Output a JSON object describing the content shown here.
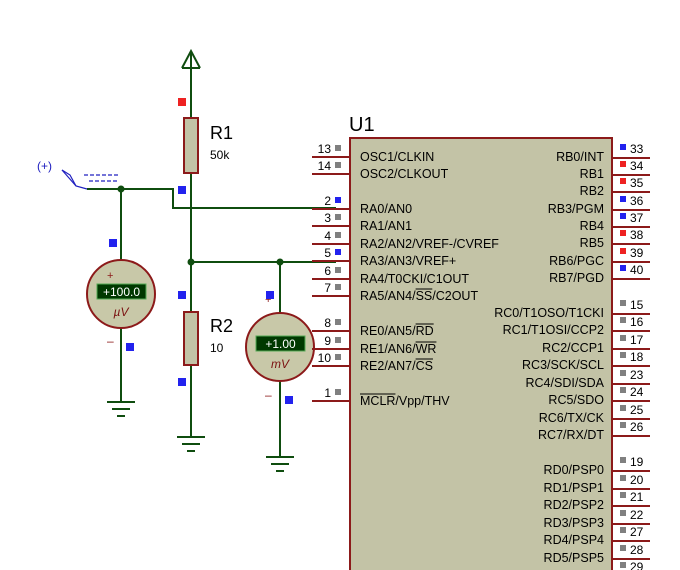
{
  "colors": {
    "wire": "#0f4d0f",
    "chip_fill": "#c3c3a6",
    "chip_border": "#8c1a1a",
    "pin_line": "#8c1a1a",
    "label": "#000000",
    "meter_fill": "#c8c8a8",
    "display_bg": "#003800",
    "display_text": "#ffffff",
    "unit_text": "#7a1010",
    "blue_marker": "#2222ee",
    "red_marker": "#ee2222",
    "gray_marker": "#808080",
    "probe": "#2020c0"
  },
  "icons": {
    "power_terminal": "power-arrow-icon",
    "ground": "ground-icon",
    "probe": "voltage-probe-icon"
  },
  "probe": {
    "label": "(+)"
  },
  "resistors": [
    {
      "ref": "R1",
      "value": "50k"
    },
    {
      "ref": "R2",
      "value": "10"
    }
  ],
  "meters": [
    {
      "reading": "+100.0",
      "unit": "µV"
    },
    {
      "reading": "+1.00",
      "unit": "mV"
    }
  ],
  "chip": {
    "ref": "U1",
    "left_pins": [
      {
        "num": "13",
        "name": "OSC1/CLKIN",
        "marker": "gray"
      },
      {
        "num": "14",
        "name": "OSC2/CLKOUT",
        "marker": "gray"
      },
      {
        "num": "2",
        "name": "RA0/AN0",
        "marker": "blue"
      },
      {
        "num": "3",
        "name": "RA1/AN1",
        "marker": "gray"
      },
      {
        "num": "4",
        "name": "RA2/AN2/VREF-/CVREF",
        "marker": "gray"
      },
      {
        "num": "5",
        "name": "RA3/AN3/VREF+",
        "marker": "blue"
      },
      {
        "num": "6",
        "name": "RA4/T0CKI/C1OUT",
        "marker": "gray"
      },
      {
        "num": "7",
        "name": "RA5/AN4/SS/C2OUT",
        "marker": "gray"
      },
      {
        "num": "8",
        "name": "RE0/AN5/RD",
        "marker": "gray"
      },
      {
        "num": "9",
        "name": "RE1/AN6/WR",
        "marker": "gray"
      },
      {
        "num": "10",
        "name": "RE2/AN7/CS",
        "marker": "gray"
      },
      {
        "num": "1",
        "name": "MCLR/Vpp/THV",
        "marker": "gray"
      }
    ],
    "right_pins": [
      {
        "num": "33",
        "name": "RB0/INT",
        "marker": "blue"
      },
      {
        "num": "34",
        "name": "RB1",
        "marker": "red"
      },
      {
        "num": "35",
        "name": "RB2",
        "marker": "red"
      },
      {
        "num": "36",
        "name": "RB3/PGM",
        "marker": "blue"
      },
      {
        "num": "37",
        "name": "RB4",
        "marker": "blue"
      },
      {
        "num": "38",
        "name": "RB5",
        "marker": "red"
      },
      {
        "num": "39",
        "name": "RB6/PGC",
        "marker": "red"
      },
      {
        "num": "40",
        "name": "RB7/PGD",
        "marker": "blue"
      },
      {
        "num": "15",
        "name": "RC0/T1OSO/T1CKI",
        "marker": "gray"
      },
      {
        "num": "16",
        "name": "RC1/T1OSI/CCP2",
        "marker": "gray"
      },
      {
        "num": "17",
        "name": "RC2/CCP1",
        "marker": "gray"
      },
      {
        "num": "18",
        "name": "RC3/SCK/SCL",
        "marker": "gray"
      },
      {
        "num": "23",
        "name": "RC4/SDI/SDA",
        "marker": "gray"
      },
      {
        "num": "24",
        "name": "RC5/SDO",
        "marker": "gray"
      },
      {
        "num": "25",
        "name": "RC6/TX/CK",
        "marker": "gray"
      },
      {
        "num": "26",
        "name": "RC7/RX/DT",
        "marker": "gray"
      },
      {
        "num": "19",
        "name": "RD0/PSP0",
        "marker": "gray"
      },
      {
        "num": "20",
        "name": "RD1/PSP1",
        "marker": "gray"
      },
      {
        "num": "21",
        "name": "RD2/PSP2",
        "marker": "gray"
      },
      {
        "num": "22",
        "name": "RD3/PSP3",
        "marker": "gray"
      },
      {
        "num": "27",
        "name": "RD4/PSP4",
        "marker": "gray"
      },
      {
        "num": "28",
        "name": "RD5/PSP5",
        "marker": "gray"
      },
      {
        "num": "29",
        "name": "",
        "marker": "gray"
      }
    ]
  }
}
